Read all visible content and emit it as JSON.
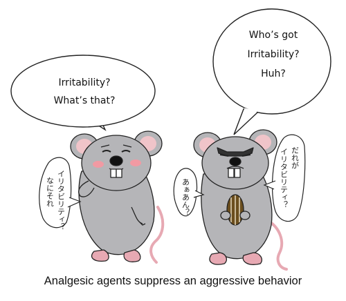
{
  "left_bubble": {
    "line1": "Irritability?",
    "line2": "What’s that?"
  },
  "right_bubble": {
    "line1": "Who’s got",
    "line2": "Irritability?",
    "line3": "Huh?"
  },
  "left_aside": {
    "col1": "イリタビリティ？",
    "col2": "なにそれ"
  },
  "right_aside": {
    "col1": "だれが",
    "col2": "イリタビリティ？",
    "exclaim": "あぁあん？"
  },
  "caption": "Analgesic agents suppress an aggressive behavior",
  "colors": {
    "fur": "#b5b5b8",
    "ear_inner": "#f0c4c9",
    "tail": "#e7a9b3",
    "cheek": "#f19aa3",
    "seed": "#6b4e1e",
    "outline": "#222222"
  }
}
